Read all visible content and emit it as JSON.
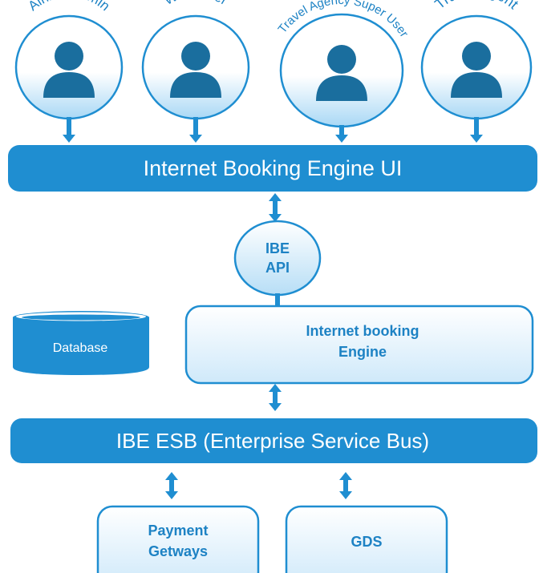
{
  "users": [
    {
      "label": "Airline Admin",
      "icon": "user-icon"
    },
    {
      "label": "Web User",
      "icon": "user-icon"
    },
    {
      "label": "Travel Agency Super User",
      "icon": "user-icon"
    },
    {
      "label": "Travel Agent",
      "icon": "user-icon"
    }
  ],
  "ui_bar": {
    "label": "Internet Booking Engine UI"
  },
  "api": {
    "line1": "IBE",
    "line2": "API"
  },
  "database": {
    "label": "Database",
    "icon": "database-icon"
  },
  "engine": {
    "line1": "Internet booking",
    "line2": "Engine"
  },
  "esb_bar": {
    "label": "IBE ESB (Enterprise Service Bus)"
  },
  "payment": {
    "line1": "Payment",
    "line2": "Getways"
  },
  "gds": {
    "label": "GDS"
  },
  "colors": {
    "primary": "#1f8ed1",
    "dark_blue": "#1b6fa8",
    "light_fill": "#d4ecfa",
    "user_icon": "#1a6e9e",
    "text_blue": "#1d82c4"
  }
}
